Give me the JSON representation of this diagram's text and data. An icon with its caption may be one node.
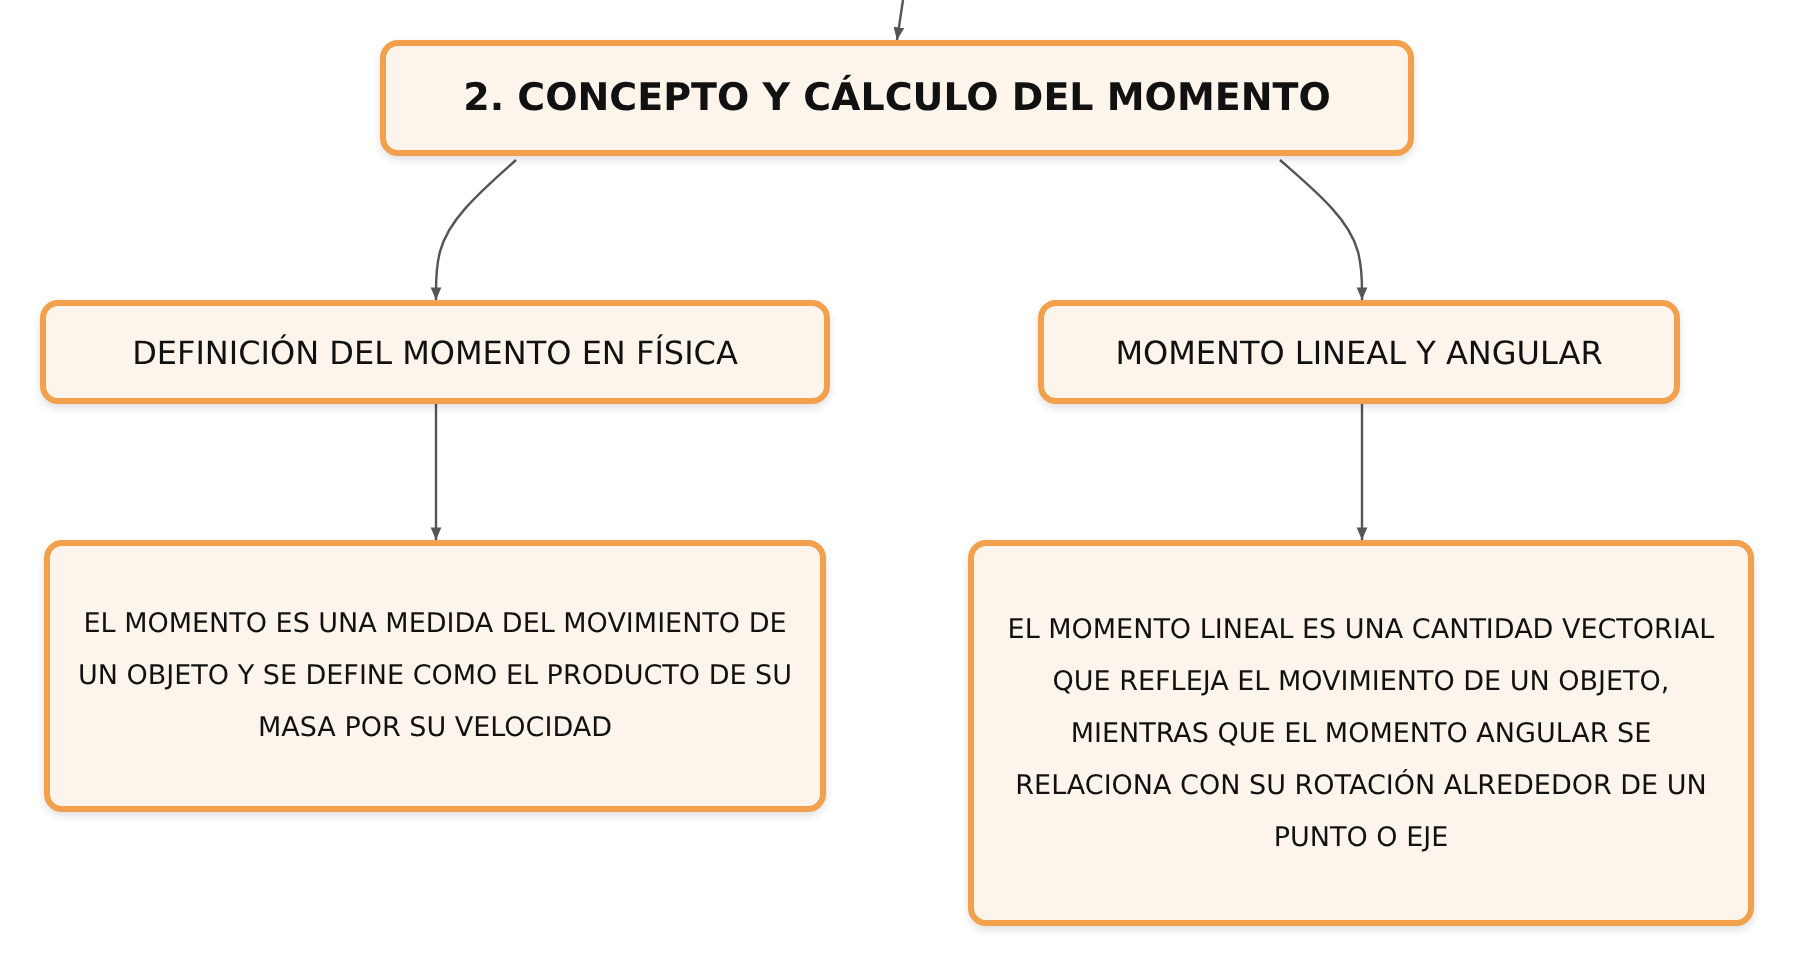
{
  "diagram": {
    "nodes": [
      {
        "text": [
          "2. CONCEPTO Y CÁLCULO DEL MOMENTO"
        ]
      },
      {
        "text": [
          "DEFINICIÓN DEL MOMENTO EN FÍSICA"
        ]
      },
      {
        "text": [
          "MOMENTO LINEAL Y ANGULAR"
        ]
      },
      {
        "text": [
          "EL MOMENTO ES UNA MEDIDA DEL MOVIMIENTO DE UN OBJETO Y SE DEFINE COMO EL PRODUCTO DE SU MASA POR SU VELOCIDAD"
        ]
      },
      {
        "text": [
          "EL MOMENTO LINEAL ES UNA CANTIDAD VECTORIAL QUE REFLEJA EL MOVIMIENTO DE UN OBJETO, MIENTRAS QUE EL MOMENTO ANGULAR SE RELACIONA CON SU ROTACIÓN ALREDEDOR DE UN PUNTO O EJE"
        ]
      }
    ],
    "edges": [
      {
        "from": null,
        "to": 0,
        "arrow": "to"
      },
      {
        "from": 0,
        "to": 1,
        "arrow": "to"
      },
      {
        "from": 0,
        "to": 2,
        "arrow": "to"
      },
      {
        "from": 1,
        "to": 3,
        "arrow": "to"
      },
      {
        "from": 2,
        "to": 4,
        "arrow": "to"
      }
    ]
  }
}
